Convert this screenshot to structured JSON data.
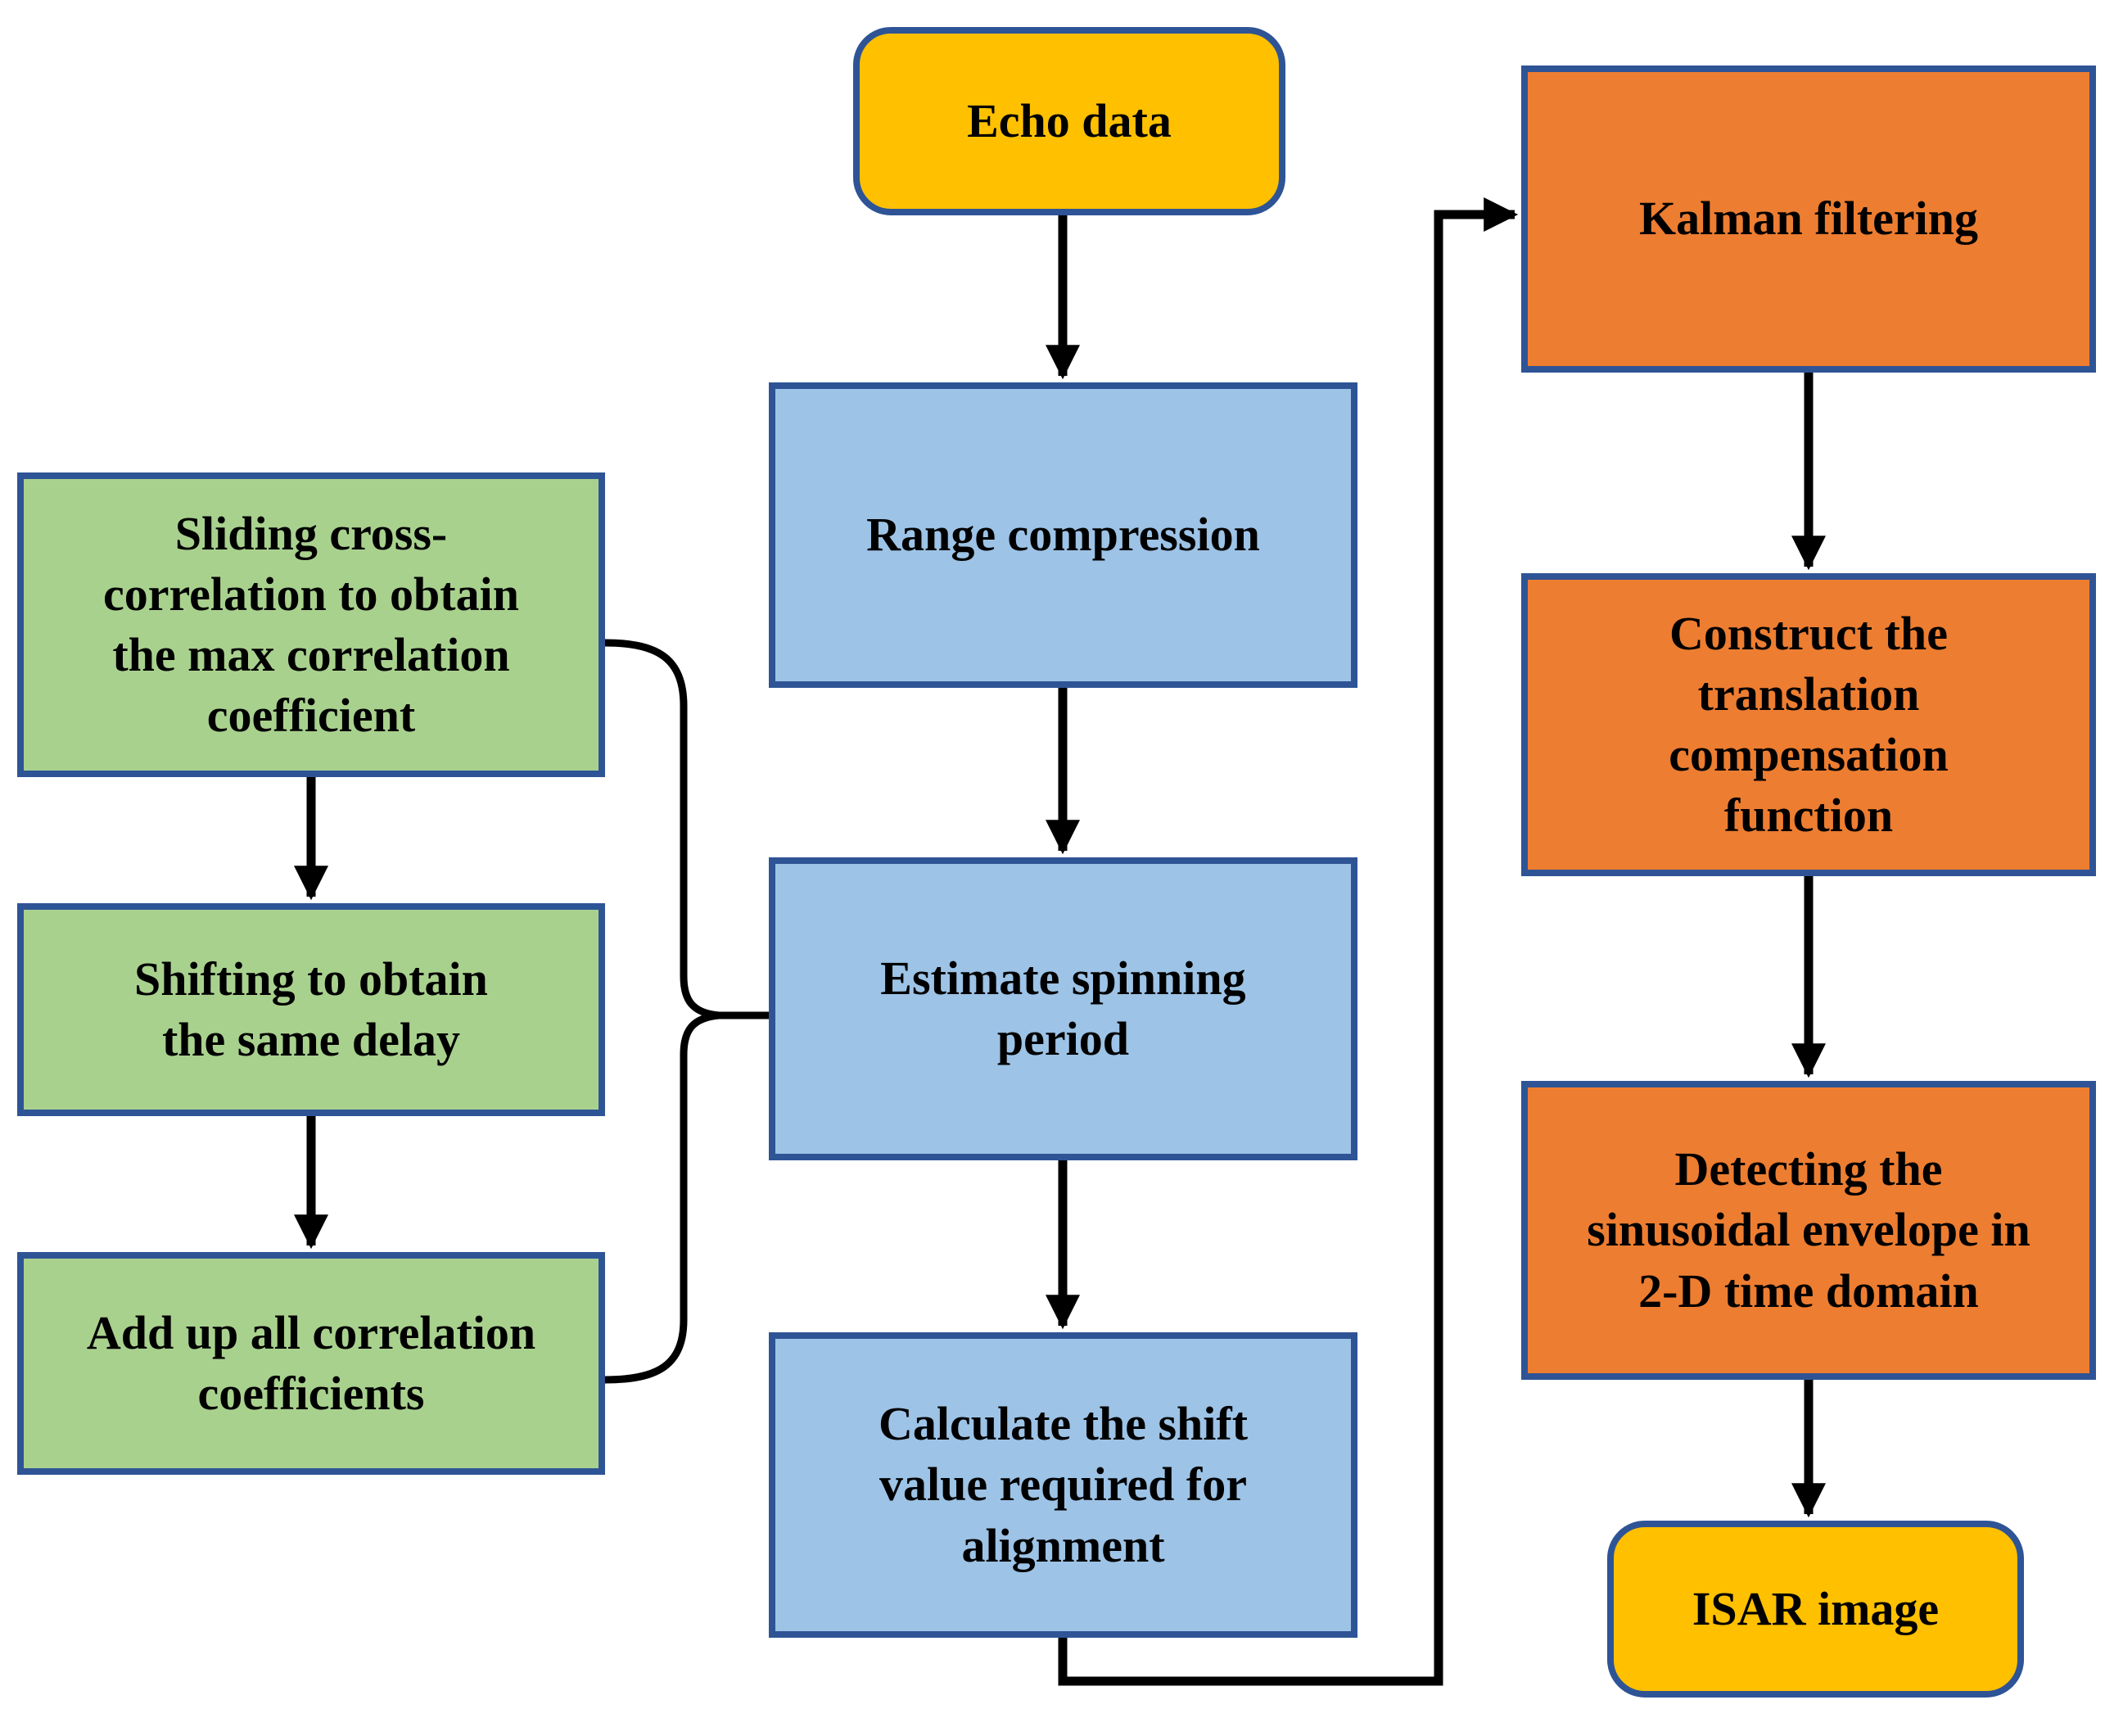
{
  "diagram": {
    "background": "#FFFFFF",
    "palette": {
      "terminal_fill": "#FFC000",
      "process_fill": "#9DC3E6",
      "correlation_branch_fill": "#A9D18E",
      "compensation_branch_fill": "#ED7D31",
      "box_border": "#2E5496",
      "connector": "#000000",
      "text": "#000000"
    },
    "nodes": {
      "echo_data": {
        "label": "Echo data",
        "shape": "rounded",
        "fill": "#FFC000"
      },
      "range_compression": {
        "label": "Range compression",
        "shape": "rect",
        "fill": "#9DC3E6"
      },
      "estimate_period": {
        "label": "Estimate spinning\nperiod",
        "shape": "rect",
        "fill": "#9DC3E6"
      },
      "calculate_shift": {
        "label": "Calculate the shift\nvalue required for\nalignment",
        "shape": "rect",
        "fill": "#9DC3E6"
      },
      "sliding_cross": {
        "label": "Sliding cross-\ncorrelation to obtain\nthe max correlation\ncoefficient",
        "shape": "rect",
        "fill": "#A9D18E"
      },
      "shifting_delay": {
        "label": "Shifting to obtain\nthe same delay",
        "shape": "rect",
        "fill": "#A9D18E"
      },
      "add_up": {
        "label": "Add up all correlation\ncoefficients",
        "shape": "rect",
        "fill": "#A9D18E"
      },
      "kalman_filtering": {
        "label": "Kalman filtering",
        "shape": "rect",
        "fill": "#ED7D31"
      },
      "construct_fn": {
        "label": "Construct the\ntranslation\ncompensation\nfunction",
        "shape": "rect",
        "fill": "#ED7D31"
      },
      "detecting_env": {
        "label": "Detecting the\nsinusoidal envelope in\n2-D time domain",
        "shape": "rect",
        "fill": "#ED7D31"
      },
      "isar_image": {
        "label": "ISAR image",
        "shape": "rounded",
        "fill": "#FFC000"
      }
    },
    "edges": [
      {
        "from": "echo_data",
        "to": "range_compression",
        "type": "arrow"
      },
      {
        "from": "range_compression",
        "to": "estimate_period",
        "type": "arrow"
      },
      {
        "from": "estimate_period",
        "to": "calculate_shift",
        "type": "arrow"
      },
      {
        "from": "sliding_cross",
        "to": "shifting_delay",
        "type": "arrow"
      },
      {
        "from": "shifting_delay",
        "to": "add_up",
        "type": "arrow"
      },
      {
        "from": "sliding_cross + add_up",
        "to": "estimate_period",
        "type": "brace"
      },
      {
        "from": "calculate_shift",
        "to": "kalman_filtering",
        "type": "elbow-arrow"
      },
      {
        "from": "kalman_filtering",
        "to": "construct_fn",
        "type": "arrow"
      },
      {
        "from": "construct_fn",
        "to": "detecting_env",
        "type": "arrow"
      },
      {
        "from": "detecting_env",
        "to": "isar_image",
        "type": "arrow"
      }
    ]
  }
}
